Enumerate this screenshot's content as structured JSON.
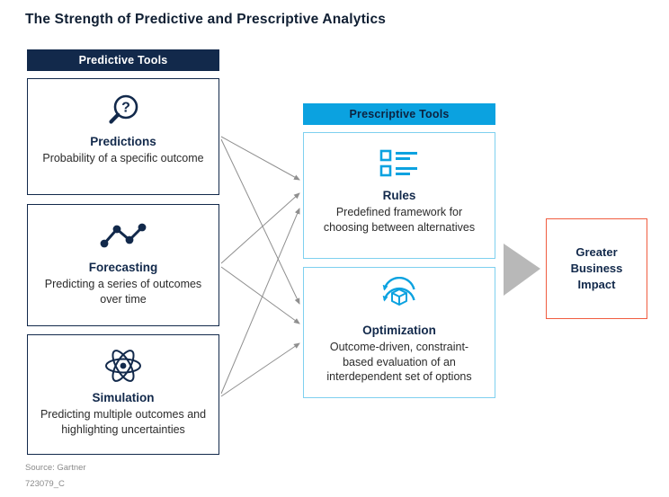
{
  "title": "The Strength of Predictive and Prescriptive Analytics",
  "colors": {
    "navy": "#12294b",
    "blue": "#0ba2e0",
    "light_blue_border": "#7ed0ef",
    "orange": "#f05c40",
    "arrow_gray": "#8f8f8f",
    "big_arrow_gray": "#b8b8b8"
  },
  "predictive": {
    "header": "Predictive Tools",
    "items": [
      {
        "icon": "magnifier-question-icon",
        "title": "Predictions",
        "desc": "Probability of a specific outcome"
      },
      {
        "icon": "trend-line-icon",
        "title": "Forecasting",
        "desc": "Predicting a series of outcomes over time"
      },
      {
        "icon": "atom-icon",
        "title": "Simulation",
        "desc": "Predicting multiple outcomes and highlighting uncertainties"
      }
    ]
  },
  "prescriptive": {
    "header": "Prescriptive Tools",
    "items": [
      {
        "icon": "checklist-icon",
        "title": "Rules",
        "desc": "Predefined framework for choosing between alternatives"
      },
      {
        "icon": "cube-refresh-icon",
        "title": "Optimization",
        "desc": "Outcome-driven, constraint-based evaluation of an interdependent set of options"
      }
    ]
  },
  "impact": {
    "label": "Greater Business Impact"
  },
  "footer": {
    "source": "Source: Gartner",
    "doc_id": "723079_C"
  }
}
